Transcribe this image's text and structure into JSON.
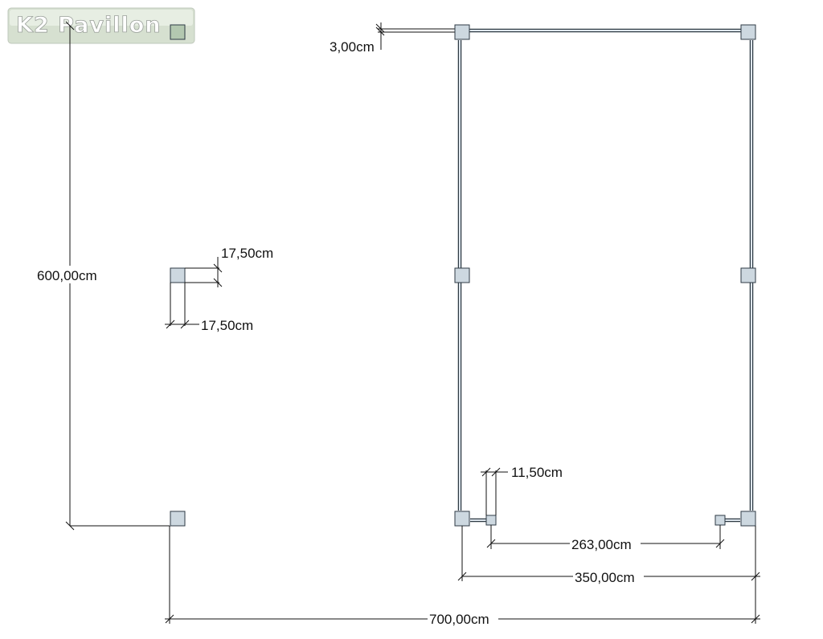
{
  "logo": {
    "text": "K2 Pavillon"
  },
  "dimensions": {
    "beam_thickness": "3,00cm",
    "total_depth": "600,00cm",
    "post_depth": "17,50cm",
    "post_width": "17,50cm",
    "small_post_offset": "11,50cm",
    "door_opening": "263,00cm",
    "pavilion_width": "350,00cm",
    "total_width": "700,00cm"
  },
  "colors": {
    "post_fill": "#cdd8e0",
    "post_highlight": "#b3c8b0",
    "line": "#111111",
    "wall_edge": "#2e3a44"
  }
}
